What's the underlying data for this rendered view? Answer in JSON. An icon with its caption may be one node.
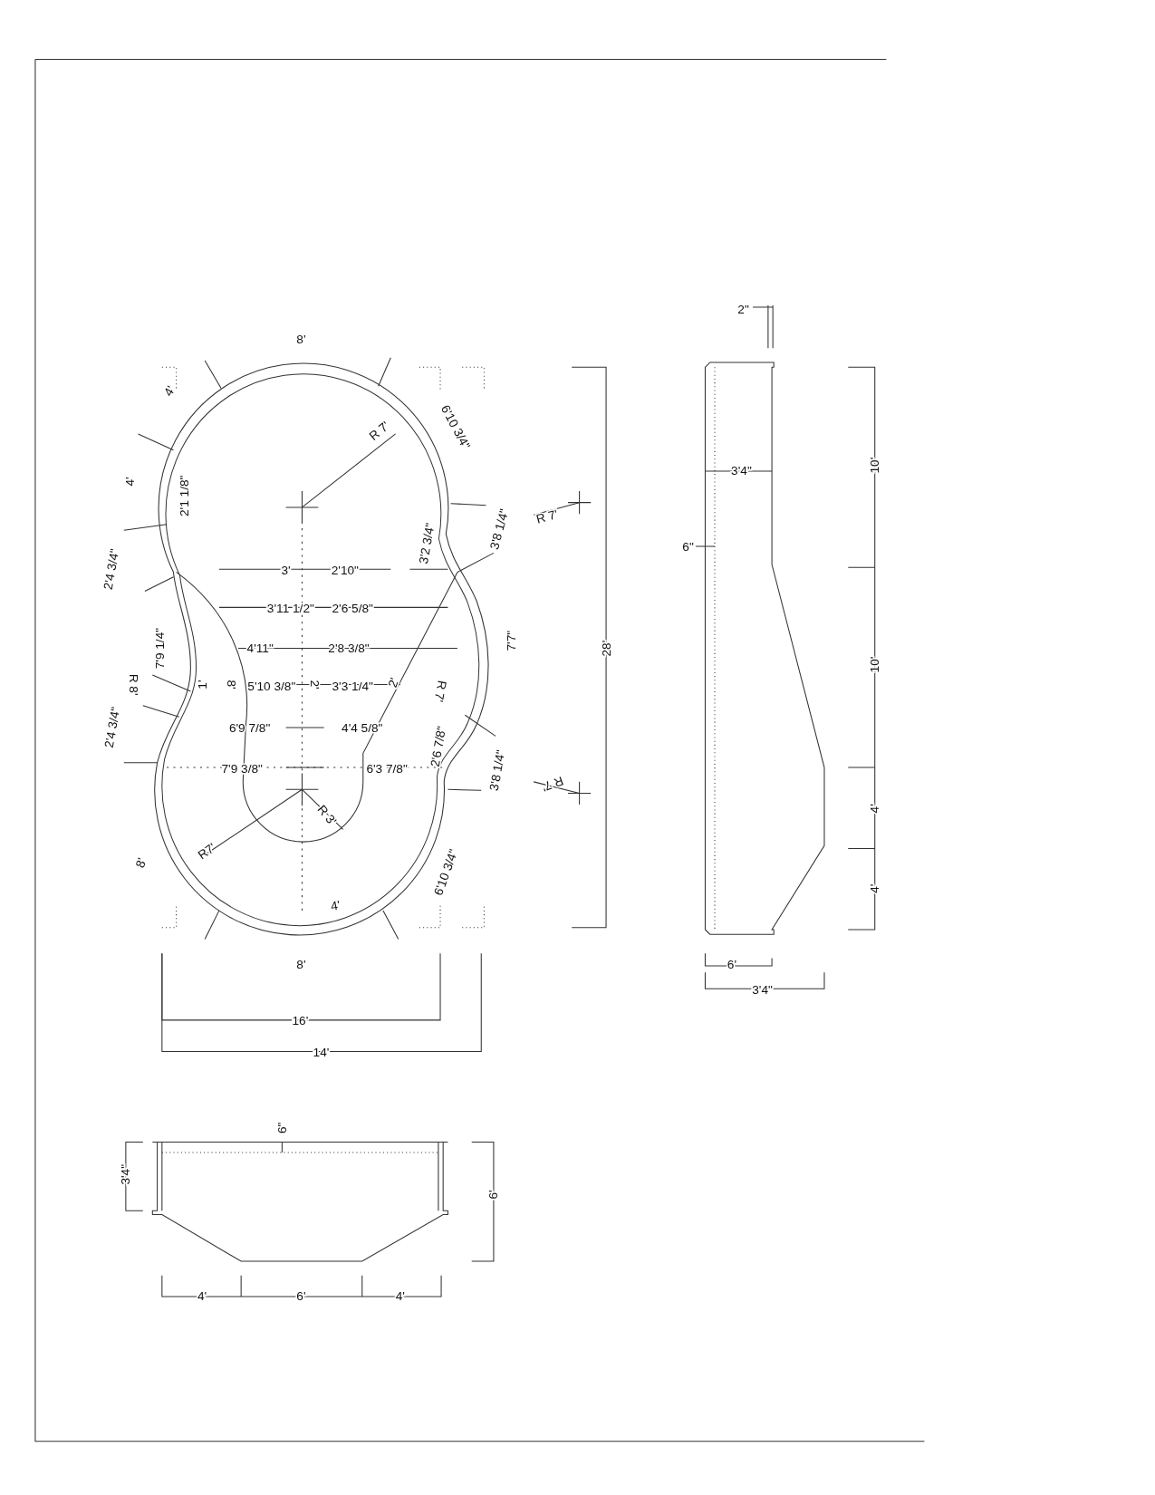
{
  "diagram": {
    "labels": [
      "8'",
      "4'",
      "6'10 3/4\"",
      "R 7'",
      "4'",
      "2'1 1/8\"",
      "3'2 3/4\"",
      "3'8 1/4\"",
      "R 7'",
      "2'4 3/4\"",
      "3'",
      "2'10\"",
      "3'11 1/2\"",
      "2'6 5/8\"",
      "7'9 1/4\"",
      "4'11\"",
      "2'8 3/8\"",
      "7'7\"",
      "R 8'",
      "1'",
      "8'",
      "5'10 3/8\"",
      "2'",
      "3'3 1/4\"",
      "2'",
      "R 7'",
      "2'4 3/4\"",
      "6'9 7/8\"",
      "4'4 5/8\"",
      "2'6 7/8\"",
      "7'9 3/8\"",
      "6'3 7/8\"",
      "3'8 1/4\"",
      "R 7'",
      "R 3'",
      "R7'",
      "8'",
      "6'10 3/4\"",
      "4'",
      "8'",
      "16'",
      "14'",
      "28'",
      "2\"",
      "3'4\"",
      "6\"",
      "10'",
      "10'",
      "4'",
      "4'",
      "6'",
      "3'4\"",
      "6\"",
      "3'4\"",
      "6'",
      "4'",
      "6'",
      "4'"
    ]
  }
}
